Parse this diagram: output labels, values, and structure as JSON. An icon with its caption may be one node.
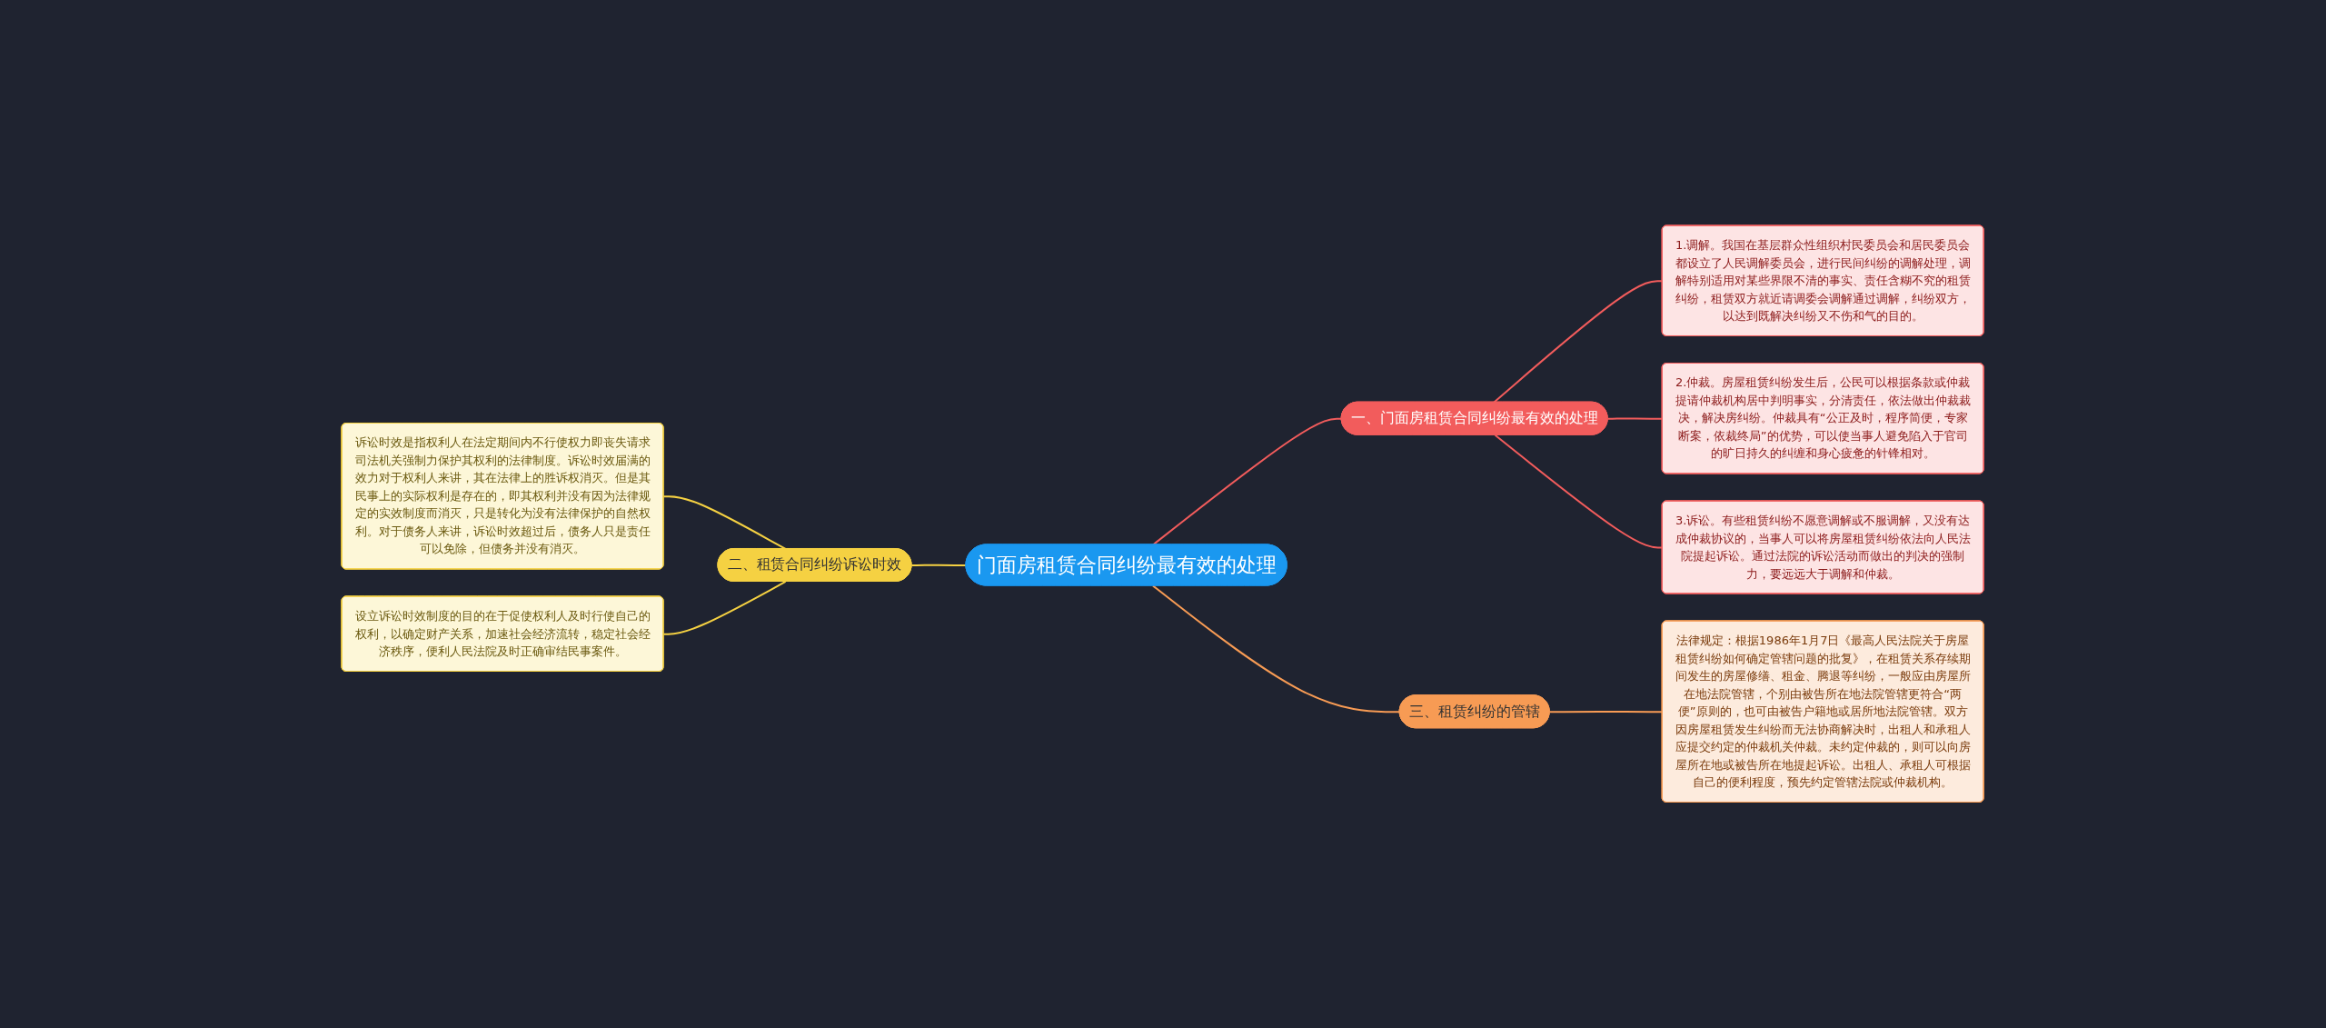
{
  "diagram": {
    "nodes": [
      {
        "text": [
          "门面房租赁合同纠纷最有效的处理"
        ]
      },
      {
        "text": [
          "一、门面房租赁合同纠纷最有效的处理"
        ]
      },
      {
        "text": [
          "1.调解。我国在基层群众性组织村民委员会和居民委员会都设立了人民调解委员会，进行民间纠纷的调解处理，调解特别适用对某些界限不清的事实、责任含糊不究的租赁纠纷，租赁双方就近请调委会调解通过调解，纠纷双方，以达到既解决纠纷又不伤和气的目的。"
        ]
      },
      {
        "text": [
          "2.仲裁。房屋租赁纠纷发生后，公民可以根据条款或仲裁提请仲裁机构居中判明事实，分清责任，依法做出仲裁裁决，解决房纠纷。仲裁具有“公正及时，程序简便，专家断案，依裁终局”的优势，可以使当事人避免陷入于官司的旷日持久的纠缠和身心疲惫的针锋相对。"
        ]
      },
      {
        "text": [
          "3.诉讼。有些租赁纠纷不愿意调解或不服调解，又没有达成仲裁协议的，当事人可以将房屋租赁纠纷依法向人民法院提起诉讼。通过法院的诉讼活动而做出的判决的强制力，要远远大于调解和仲裁。"
        ]
      },
      {
        "text": [
          "二、租赁合同纠纷诉讼时效"
        ]
      },
      {
        "text": [
          "诉讼时效是指权利人在法定期间内不行使权力即丧失请求司法机关强制力保护其权利的法律制度。诉讼时效届满的效力对于权利人来讲，其在法律上的胜诉权消灭。但是其民事上的实际权利是存在的，即其权利并没有因为法律规定的实效制度而消灭，只是转化为没有法律保护的自然权利。对于债务人来讲，诉讼时效超过后，债务人只是责任可以免除，但债务并没有消灭。"
        ]
      },
      {
        "text": [
          "设立诉讼时效制度的目的在于促使权利人及时行使自己的权利，以确定财产关系，加速社会经济流转，稳定社会经济秩序，便利人民法院及时正确审结民事案件。"
        ]
      },
      {
        "text": [
          "三、租赁纠纷的管辖"
        ]
      },
      {
        "text": [
          "法律规定：根据1986年1月7日《最高人民法院关于房屋租赁纠纷如何确定管辖问题的批复》，在租赁关系存续期间发生的房屋修缮、租金、腾退等纠纷，一般应由房屋所在地法院管辖，个别由被告所在地法院管辖更符合“两便”原则的，也可由被告户籍地或居所地法院管辖。双方因房屋租赁发生纠纷而无法协商解决时，出租人和承租人应提交约定的仲裁机关仲裁。未约定仲裁的，则可以向房屋所在地或被告所在地提起诉讼。出租人、承租人可根据自己的便利程度，预先约定管辖法院或仲裁机构。"
        ]
      }
    ],
    "edges": [
      {
        "from": 0,
        "to": 1,
        "arrow": "none",
        "color": "#f25c5c"
      },
      {
        "from": 1,
        "to": 2,
        "arrow": "none",
        "color": "#f25c5c"
      },
      {
        "from": 1,
        "to": 3,
        "arrow": "none",
        "color": "#f25c5c"
      },
      {
        "from": 1,
        "to": 4,
        "arrow": "none",
        "color": "#f25c5c"
      },
      {
        "from": 0,
        "to": 5,
        "arrow": "none",
        "color": "#f5d142"
      },
      {
        "from": 5,
        "to": 6,
        "arrow": "none",
        "color": "#f5d142"
      },
      {
        "from": 5,
        "to": 7,
        "arrow": "none",
        "color": "#f5d142"
      },
      {
        "from": 0,
        "to": 8,
        "arrow": "none",
        "color": "#f79b54"
      },
      {
        "from": 8,
        "to": 9,
        "arrow": "none",
        "color": "#f79b54"
      }
    ]
  }
}
